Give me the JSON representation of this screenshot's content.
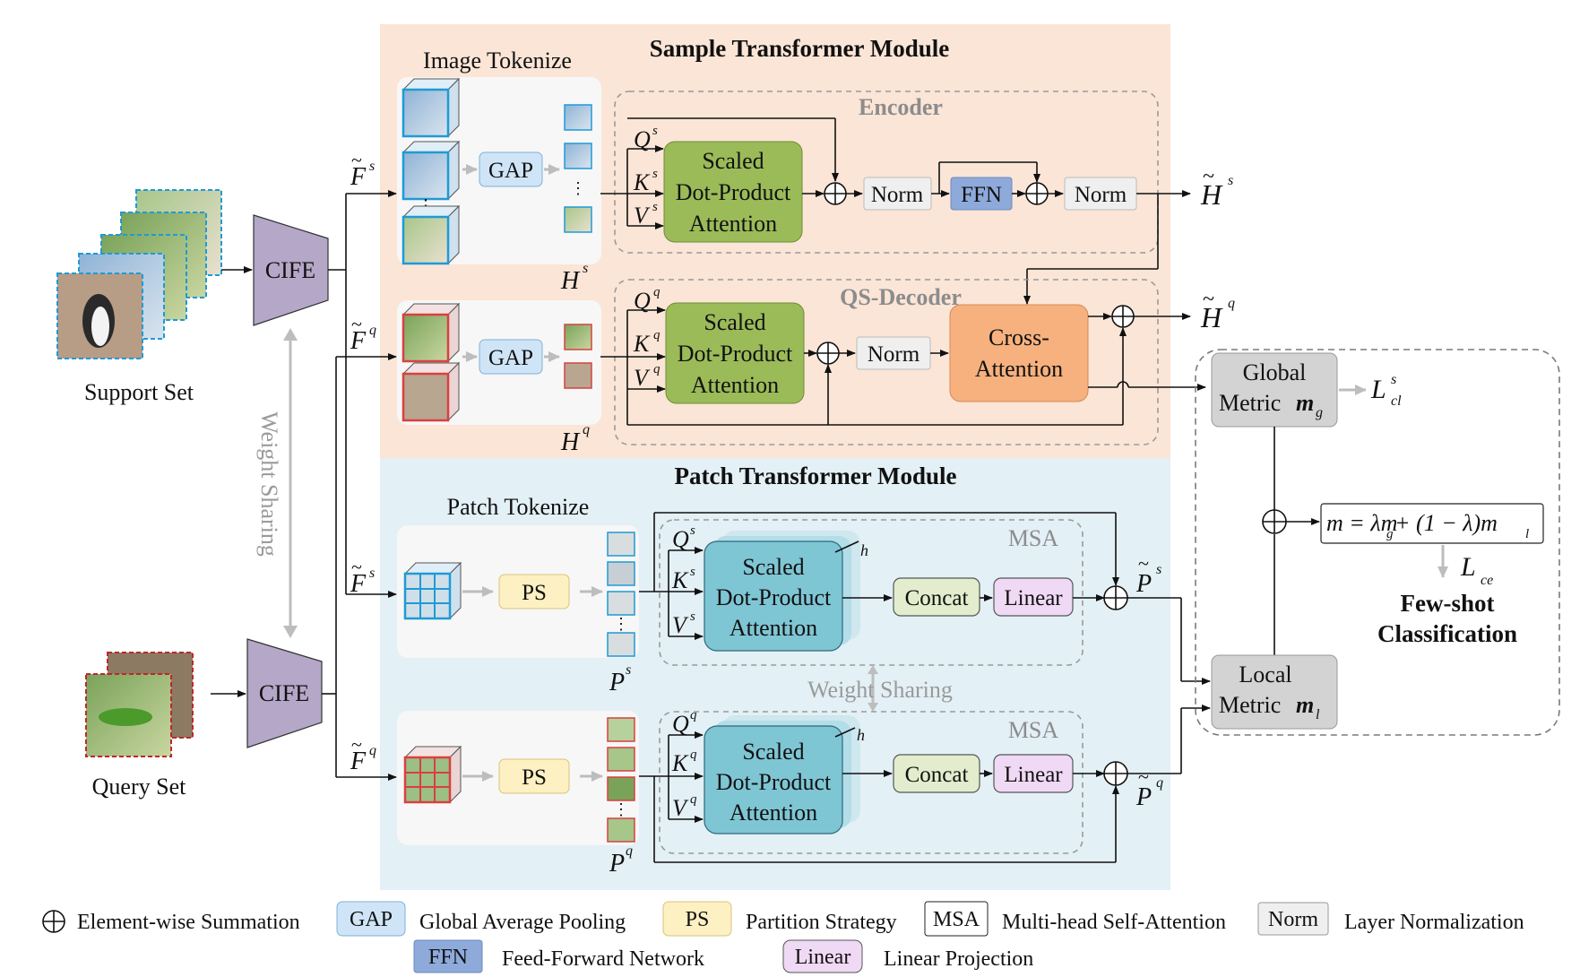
{
  "sample_module": {
    "title": "Sample Transformer Module",
    "image_tokenize": "Image Tokenize",
    "encoder_label": "Encoder",
    "decoder_label": "QS-Decoder",
    "gap": "GAP",
    "attention_line1": "Scaled",
    "attention_line2": "Dot-Product",
    "attention_line3": "Attention",
    "norm": "Norm",
    "ffn": "FFN",
    "cross_line1": "Cross-",
    "cross_line2": "Attention",
    "q_s": "Q",
    "k_s": "K",
    "v_s": "V",
    "sup_s": "s",
    "sup_q": "q",
    "h_tilde_s": "H",
    "h_tilde_q": "H",
    "h_s": "H",
    "h_q": "H",
    "f_tilde": "F",
    "ellipsis": "⋮"
  },
  "patch_module": {
    "title": "Patch Transformer Module",
    "patch_tokenize": "Patch Tokenize",
    "ps": "PS",
    "msa": "MSA",
    "concat": "Concat",
    "linear": "Linear",
    "h": "h",
    "weight_sharing": "Weight Sharing",
    "p": "P"
  },
  "left": {
    "support_set": "Support Set",
    "query_set": "Query Set",
    "cife": "CIFE",
    "weight_sharing": "Weight Sharing"
  },
  "metric": {
    "global_line1": "Global",
    "global_line2": "Metric",
    "local_line1": "Local",
    "local_line2": "Metric",
    "m": "m",
    "sub_g": "g",
    "sub_l": "l",
    "formula": "m = λm",
    "formula_rest": " + (1 − λ)m",
    "loss": "L",
    "sub_cl": "cl",
    "sup_s": "s",
    "sub_ce": "ce",
    "result_line1": "Few-shot",
    "result_line2": "Classification"
  },
  "legend": {
    "sum_symbol": "⊕",
    "sum_text": "Element-wise Summation",
    "gap": "GAP",
    "gap_text": "Global Average Pooling",
    "ps": "PS",
    "ps_text": "Partition Strategy",
    "msa": "MSA",
    "msa_text": "Multi-head Self-Attention",
    "norm": "Norm",
    "norm_text": "Layer Normalization",
    "ffn": "FFN",
    "ffn_text": "Feed-Forward Network",
    "linear": "Linear",
    "linear_text": "Linear Projection"
  },
  "colors": {
    "sample_bg": "#fbe5d6",
    "patch_bg": "#e3f0f6",
    "cife": "#b4a7c7",
    "gap": "#cfe5f7",
    "attention_green": "#9bbb59",
    "attention_blue": "#7fc6d5",
    "norm": "#efefef",
    "ffn": "#8eaadb",
    "cross": "#f6b17e",
    "ps": "#fdf0c2",
    "concat": "#e3edcd",
    "linear": "#f0d9f4",
    "metric": "#d3d3d3",
    "support_border": "#1f9ad6",
    "query_border": "#d94040"
  }
}
